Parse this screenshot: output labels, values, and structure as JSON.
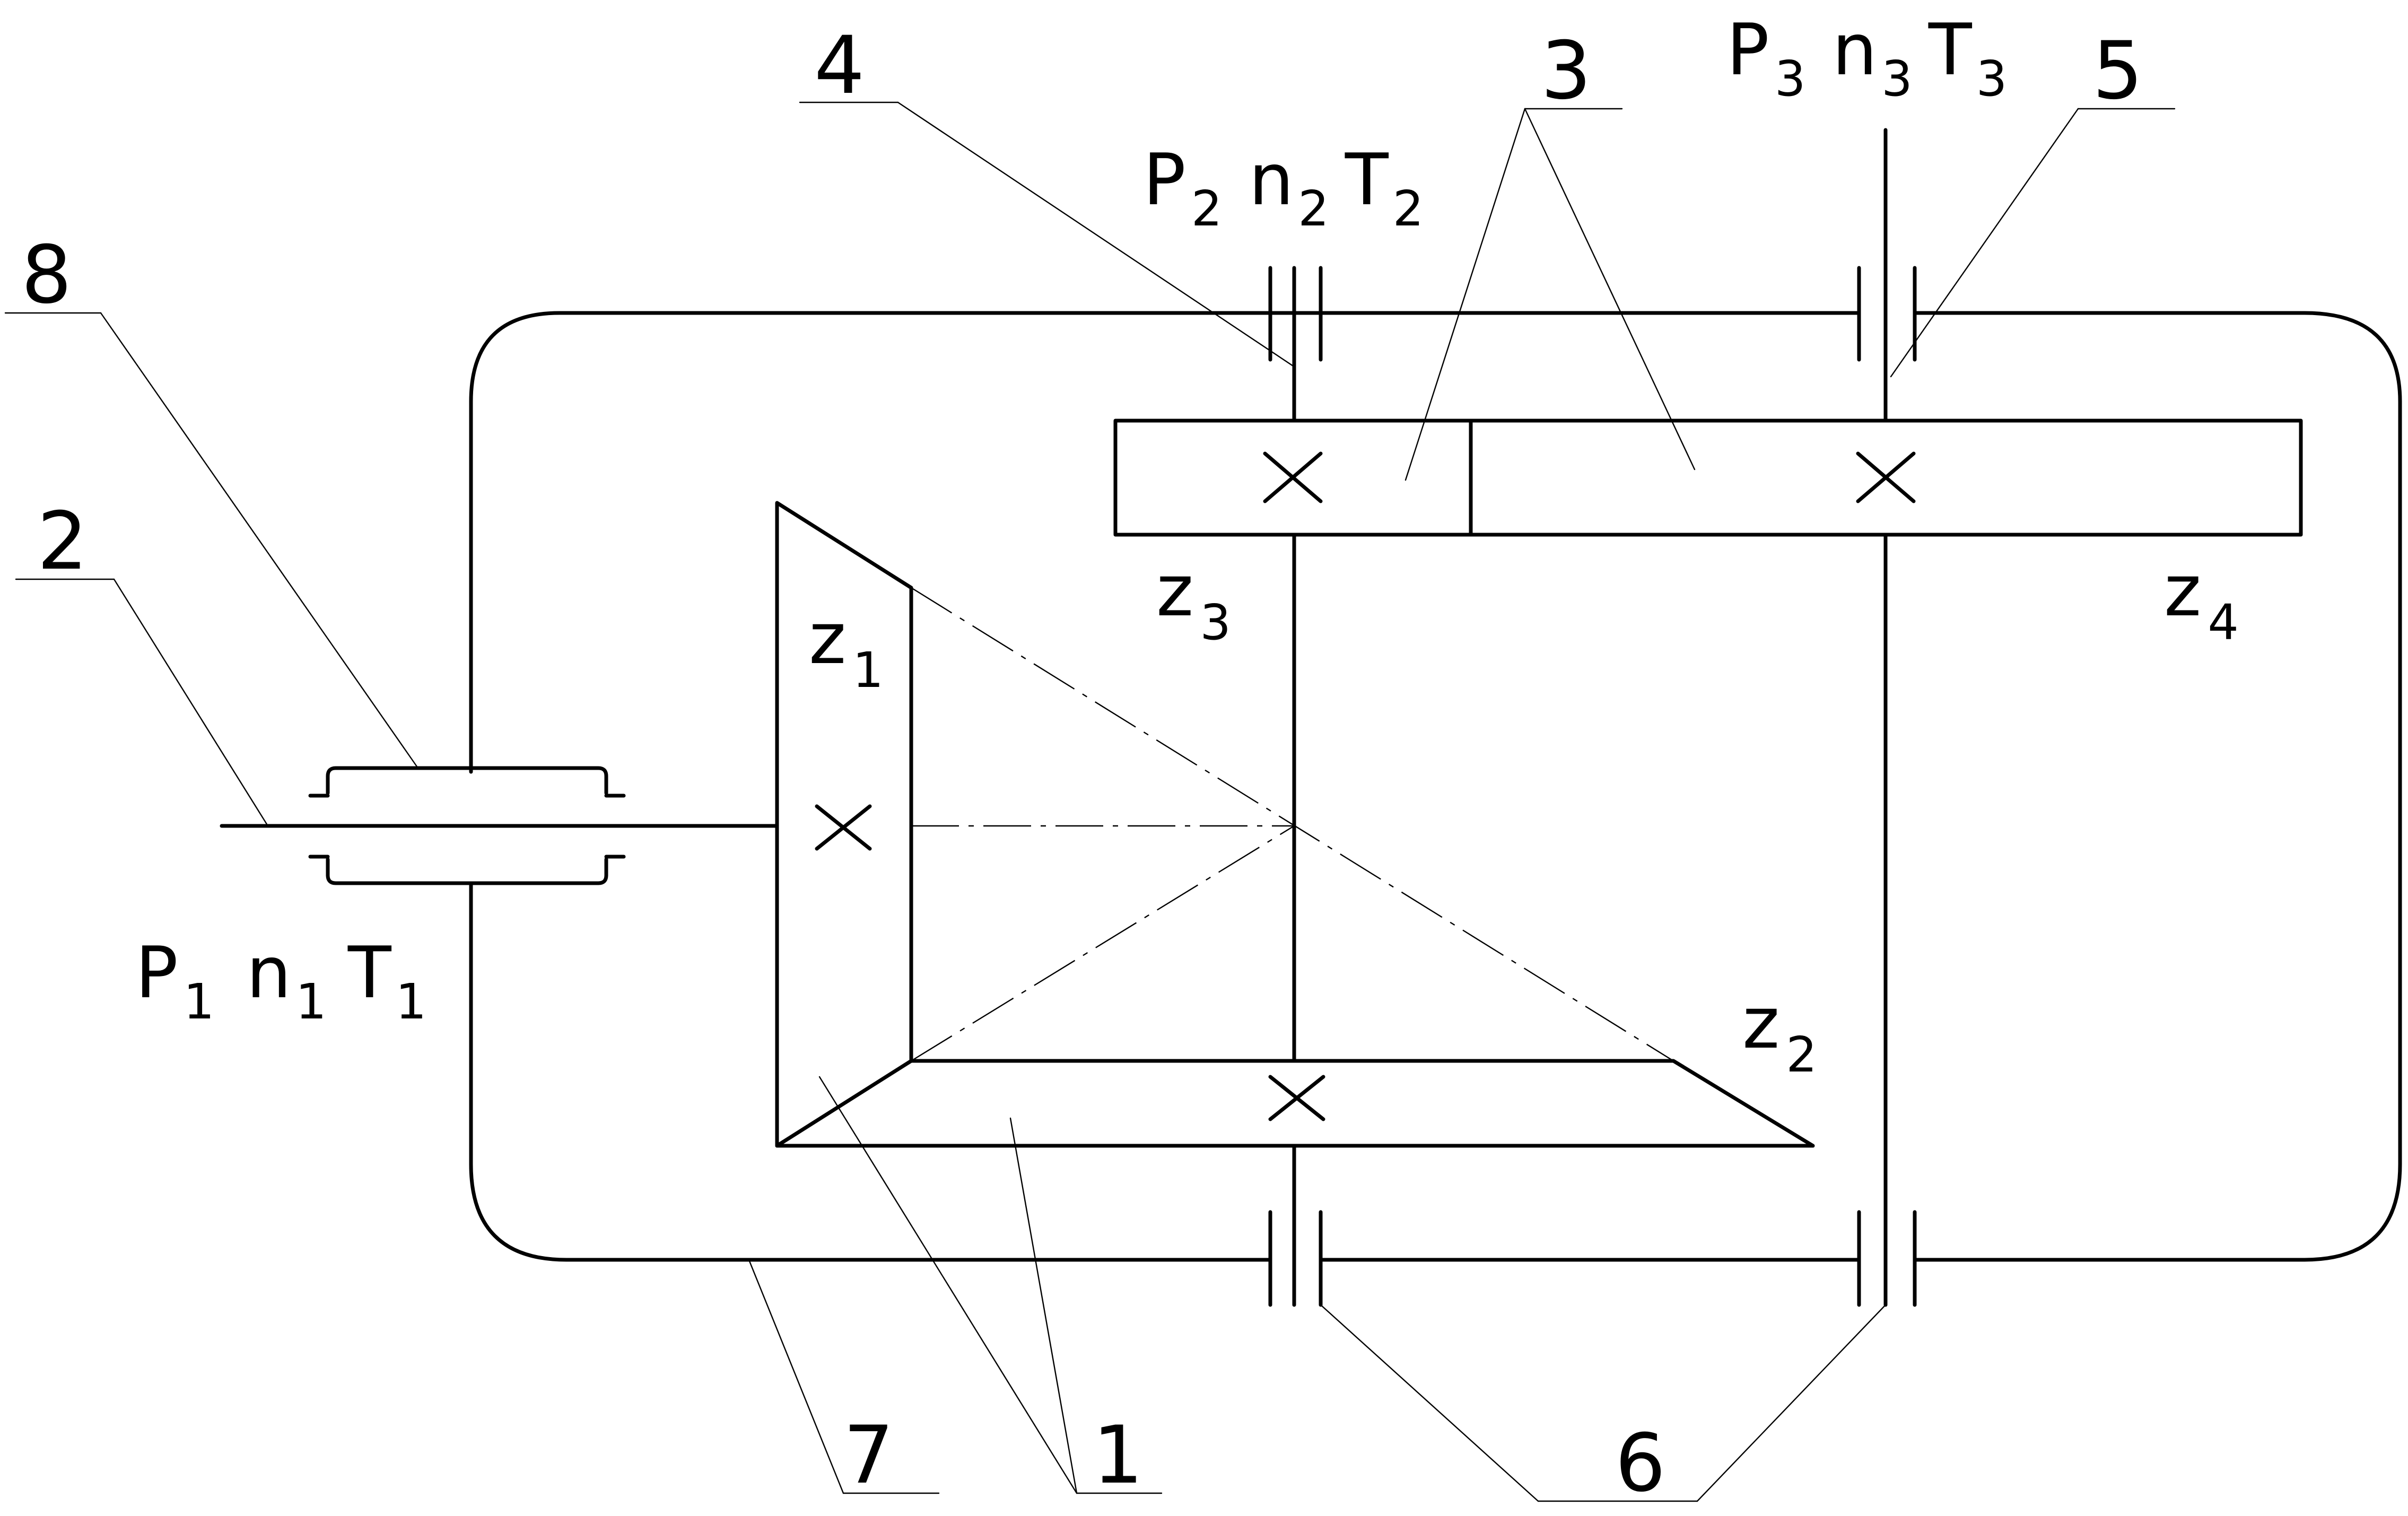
{
  "callouts": {
    "bevel_gears": "1",
    "input_shaft": "2",
    "spur_gears": "3",
    "intermediate_shaft": "4",
    "output_shaft": "5",
    "bearings": "6",
    "housing": "7",
    "seal": "8"
  },
  "parameters": {
    "input": {
      "P": "P",
      "P_sub": "1",
      "n": "n",
      "n_sub": "1",
      "T": "T",
      "T_sub": "1"
    },
    "intermediate": {
      "P": "P",
      "P_sub": "2",
      "n": "n",
      "n_sub": "2",
      "T": "T",
      "T_sub": "2"
    },
    "output": {
      "P": "P",
      "P_sub": "3",
      "n": "n",
      "n_sub": "3",
      "T": "T",
      "T_sub": "3"
    }
  },
  "gears": {
    "z1": {
      "z": "z",
      "sub": "1"
    },
    "z2": {
      "z": "z",
      "sub": "2"
    },
    "z3": {
      "z": "z",
      "sub": "3"
    },
    "z4": {
      "z": "z",
      "sub": "4"
    }
  }
}
